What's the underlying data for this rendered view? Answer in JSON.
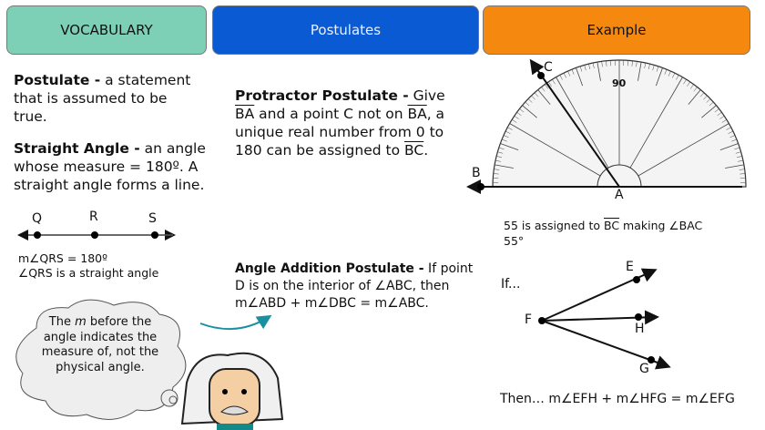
{
  "headers": {
    "vocabulary": "VOCABULARY",
    "postulates": "Postulates",
    "example": "Example"
  },
  "colors": {
    "vocabulary": "#7dd0b6",
    "postulates": "#0a5bd3",
    "example": "#f5890f"
  },
  "vocab": {
    "postulate_term": "Postulate -",
    "postulate_def": " a statement that is assumed to be true.",
    "straight_term": "Straight Angle -",
    "straight_def": " an angle whose measure = 180º. A straight angle forms a line.",
    "points": [
      "Q",
      "R",
      "S"
    ],
    "note1": "m∠QRS = 180º",
    "note2": "∠QRS is a straight angle"
  },
  "bubble": {
    "t1": "The ",
    "m": "m",
    "t2": " before the angle indicates the measure of, not the physical angle."
  },
  "protractor_postulate": {
    "term": "Protractor Postulate -",
    "p1": " Give ",
    "ba": "BA",
    "p2": " and a point C not on ",
    "ba2": "BA",
    "p3": ", a unique real number from 0 to 180 can be assigned to ",
    "bc": "BC",
    "p4": "."
  },
  "angle_addition": {
    "term": "Angle Addition Postulate -",
    "p1": " If point D is on the interior of ∠ABC, then m∠ABD + m∠DBC = m∠ABC."
  },
  "example": {
    "labels": {
      "c": "C",
      "b": "B",
      "a": "A",
      "e": "E",
      "f": "F",
      "h": "H",
      "g": "G"
    },
    "caption1": "55 is assigned to ",
    "bc": "BC",
    "caption2": " making ∠BAC",
    "caption3": "55°",
    "if": "If...",
    "then": "Then…  m∠EFH + m∠HFG = m∠EFG",
    "protractor_top": "90",
    "measure_deg": 55
  }
}
